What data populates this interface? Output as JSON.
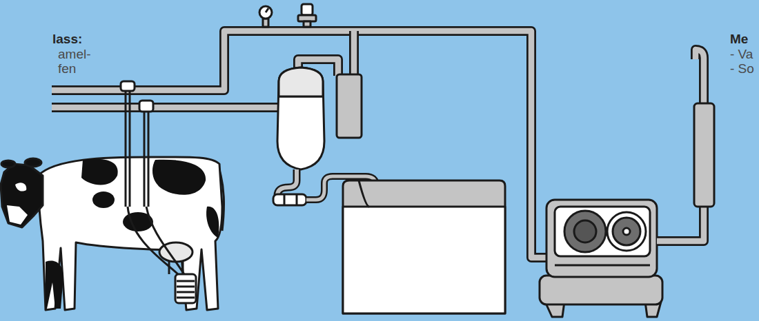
{
  "diagram": {
    "labels": [
      "lass:",
      "amel-",
      "fen",
      "Me",
      "- Va",
      "- So"
    ]
  }
}
